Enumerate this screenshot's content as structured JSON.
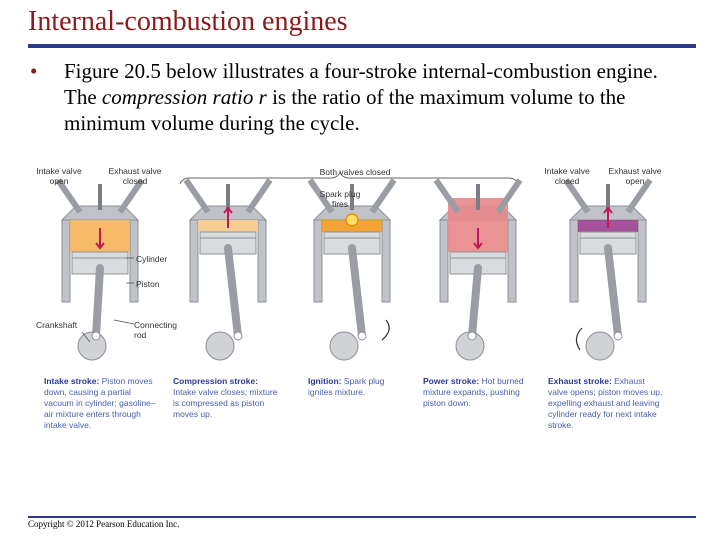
{
  "slide": {
    "title": "Internal-combustion engines",
    "bullet_marker": "•",
    "bullet_pre": "Figure 20.5 below illustrates a four-stroke internal-combustion engine. The ",
    "bullet_em": "compression ratio r",
    "bullet_post": " is the ratio of the maximum volume to the minimum volume during the cycle.",
    "copyright": "Copyright © 2012 Pearson Education Inc."
  },
  "figure": {
    "labels": {
      "intake_valve_open": "Intake valve open",
      "exhaust_valve_closed": "Exhaust valve closed",
      "both_valves_closed": "Both valves closed",
      "spark_plug_fires": "Spark plug fires",
      "intake_valve_closed": "Intake valve closed",
      "exhaust_valve_open": "Exhaust valve open",
      "cylinder": "Cylinder",
      "piston": "Piston",
      "crankshaft": "Crankshaft",
      "connecting_rod": "Connecting rod"
    },
    "captions": [
      {
        "head": "Intake stroke:",
        "body": " Piston moves down, causing a partial vacuum in cylinder; gasoline–air mixture enters through intake valve."
      },
      {
        "head": "Compression stroke:",
        "body": " Intake valve closes; mixture is compressed as piston moves up."
      },
      {
        "head": "Ignition:",
        "body": " Spark plug ignites mixture."
      },
      {
        "head": "Power stroke:",
        "body": " Hot burned mixture expands, pushing piston down."
      },
      {
        "head": "Exhaust stroke:",
        "body": " Exhaust valve opens; piston moves up, expelling exhaust and leaving cylinder ready for next intake stroke."
      }
    ],
    "colors": {
      "intake_mix": "#f6b35a",
      "compressed_mix": "#f8c98a",
      "ignition": "#f39a1e",
      "power": "#e8878a",
      "exhaust": "#9b3f8f",
      "metal": "#bfc2c7"
    }
  }
}
